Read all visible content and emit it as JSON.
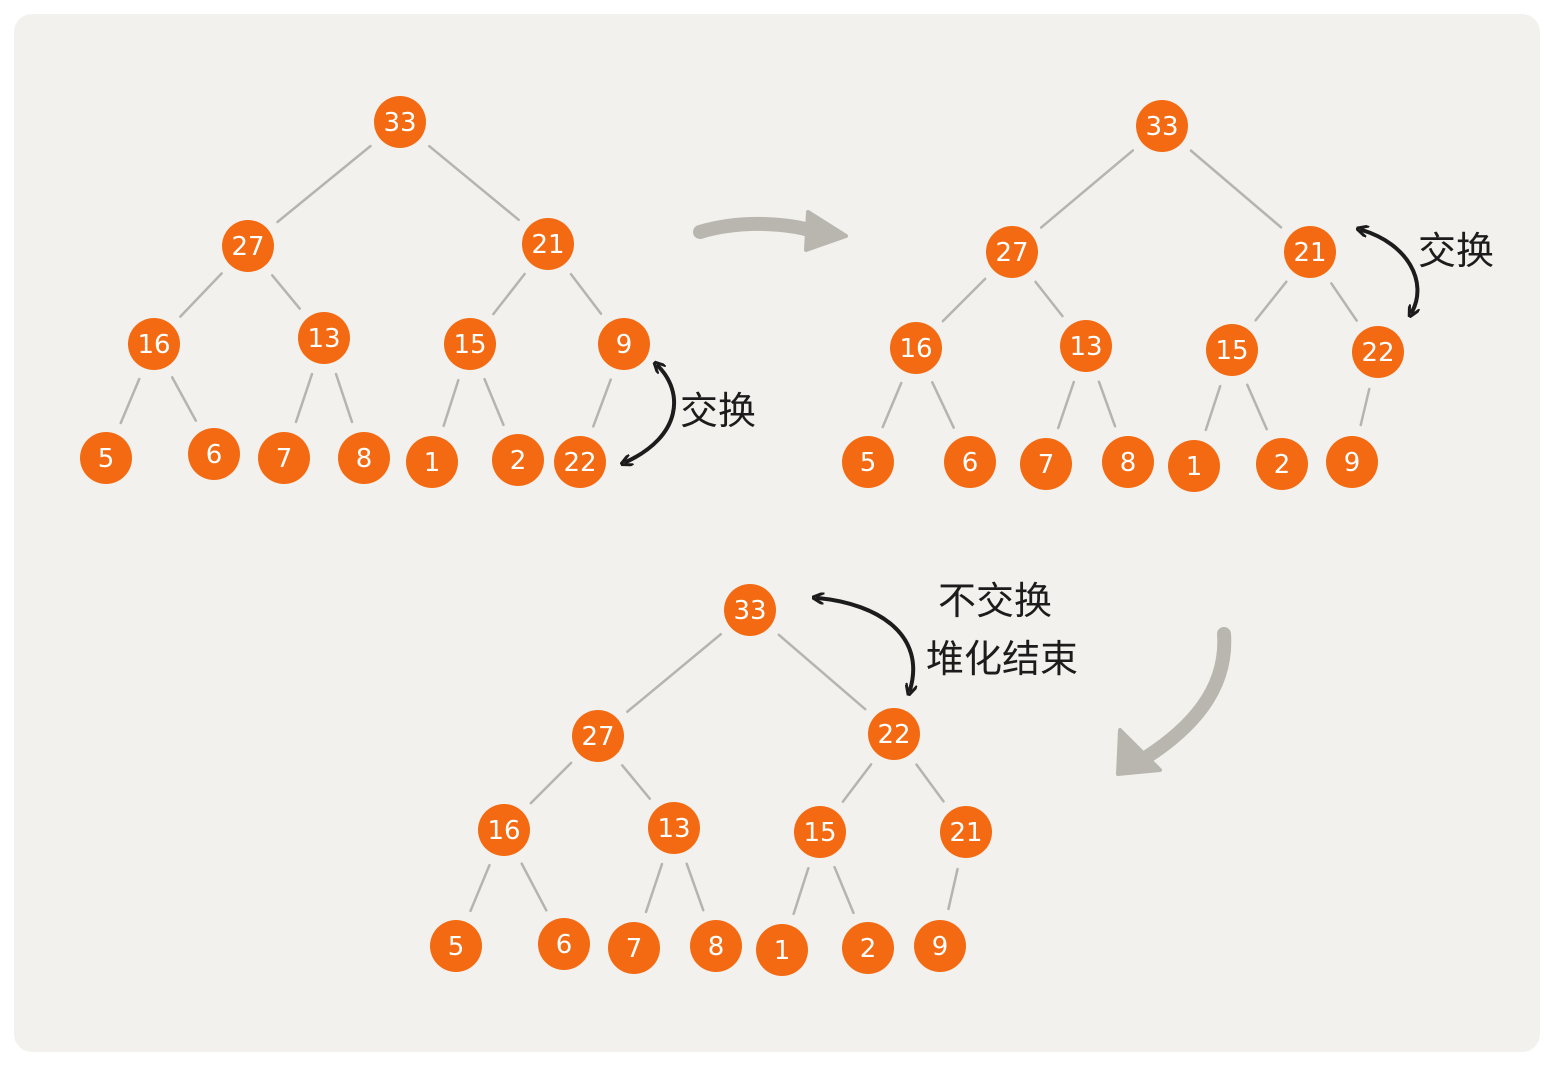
{
  "colors": {
    "background": "#f2f1ed",
    "node": "#f46a12",
    "edge": "#b5b5b0",
    "arrow": "#b8b6ae",
    "ink": "#1c1c1c"
  },
  "trees": [
    {
      "name": "tree-step-1",
      "values": [
        33,
        27,
        21,
        16,
        13,
        15,
        9,
        5,
        6,
        7,
        8,
        1,
        2,
        22
      ]
    },
    {
      "name": "tree-step-2",
      "values": [
        33,
        27,
        21,
        16,
        13,
        15,
        22,
        5,
        6,
        7,
        8,
        1,
        2,
        9
      ]
    },
    {
      "name": "tree-step-3",
      "values": [
        33,
        27,
        22,
        16,
        13,
        15,
        21,
        5,
        6,
        7,
        8,
        1,
        2,
        9
      ]
    }
  ],
  "annotations": {
    "swap_1": "交换",
    "swap_2": "交换",
    "no_swap": "不交换",
    "heapify_done": "堆化结束"
  }
}
